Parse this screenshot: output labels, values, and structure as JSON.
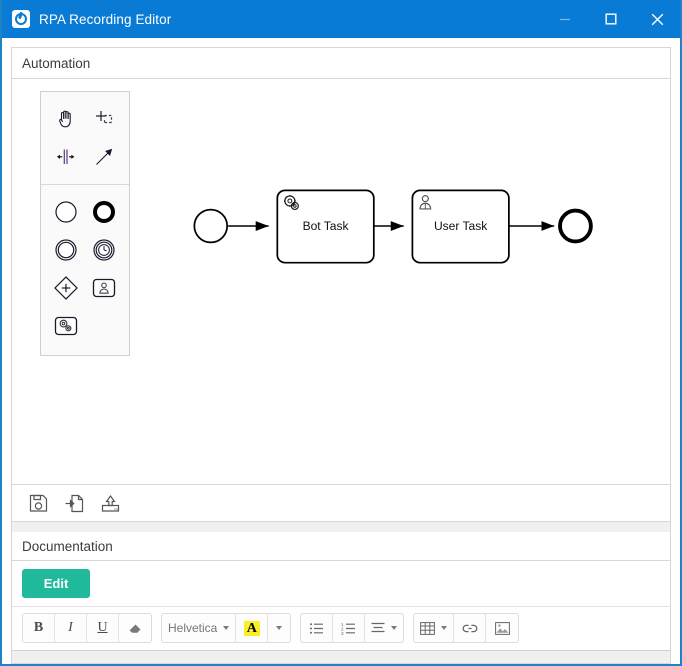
{
  "window": {
    "title": "RPA Recording Editor",
    "app_icon": "rpa-record-icon",
    "accent_color": "#0a7bd4",
    "controls": {
      "minimize": "minimize-icon",
      "maximize": "maximize-icon",
      "close": "close-icon"
    }
  },
  "automation": {
    "header": "Automation",
    "palette": {
      "tools": [
        {
          "name": "hand-tool-icon",
          "label": "Activate the hand tool"
        },
        {
          "name": "lasso-tool-icon",
          "label": "Activate the lasso tool"
        },
        {
          "name": "space-tool-icon",
          "label": "Activate the create/remove space tool"
        },
        {
          "name": "connect-tool-icon",
          "label": "Activate the global connect tool"
        }
      ],
      "shapes": [
        {
          "name": "start-event-icon",
          "label": "Create StartEvent"
        },
        {
          "name": "end-event-icon",
          "label": "Create EndEvent"
        },
        {
          "name": "intermediate-event-icon",
          "label": "Create Intermediate/Boundary Event"
        },
        {
          "name": "timer-event-icon",
          "label": "Create Timer Event"
        },
        {
          "name": "gateway-icon",
          "label": "Create Gateway"
        },
        {
          "name": "user-task-icon",
          "label": "Create User Task"
        },
        {
          "name": "bot-task-icon",
          "label": "Create Bot Task"
        }
      ]
    },
    "diagram": {
      "nodes": [
        {
          "id": "start",
          "type": "start-event",
          "label": ""
        },
        {
          "id": "bot",
          "type": "bot-task",
          "label": "Bot Task"
        },
        {
          "id": "user",
          "type": "user-task",
          "label": "User Task"
        },
        {
          "id": "end",
          "type": "end-event",
          "label": ""
        }
      ],
      "flows": [
        {
          "from": "start",
          "to": "bot"
        },
        {
          "from": "bot",
          "to": "user"
        },
        {
          "from": "user",
          "to": "end"
        }
      ]
    },
    "toolbar": [
      {
        "name": "save-diagram-icon",
        "label": "Save"
      },
      {
        "name": "import-diagram-icon",
        "label": "Import"
      },
      {
        "name": "export-diagram-icon",
        "label": "Export"
      }
    ]
  },
  "documentation": {
    "header": "Documentation",
    "edit_label": "Edit",
    "edit_color": "#21b99b",
    "toolbar": {
      "bold": "B",
      "italic": "I",
      "underline": "U",
      "clear_format": "eraser-icon",
      "font_family": "Helvetica",
      "highlight_letter": "A",
      "highlight_color": "#f7ef2a",
      "bullet_list": "bullet-list-icon",
      "numbered_list": "numbered-list-icon",
      "align": "align-icon",
      "table": "table-icon",
      "link": "link-icon",
      "image": "image-icon"
    },
    "content": ""
  }
}
